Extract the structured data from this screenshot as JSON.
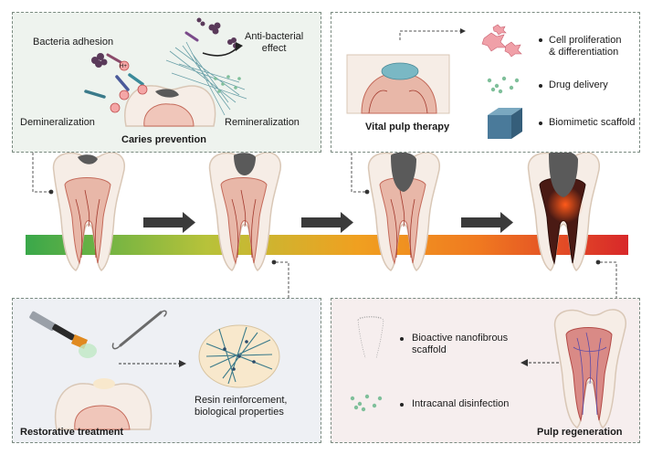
{
  "colors": {
    "caries_panel_bg": "#eef3ee",
    "pulp_panel_bg": "#f6eeee",
    "restorative_panel_bg": "#eef0f4",
    "vital_panel_bg": "#ffffff",
    "gradient": [
      "#3aa84a",
      "#b7c23a",
      "#f0a020",
      "#f07a20",
      "#d8282a"
    ],
    "arrow": "#3a3a3a"
  },
  "caries_prevention": {
    "title": "Caries prevention",
    "bacteria_adhesion": "Bacteria adhesion",
    "antibacterial": [
      "Anti-bacterial",
      "effect"
    ],
    "demineralization": "Demineralization",
    "remineralization": "Remineralization",
    "ion_label": "H+"
  },
  "vital_pulp_therapy": {
    "title": "Vital pulp therapy",
    "items": [
      {
        "label": [
          "Cell proliferation",
          "& differentiation"
        ]
      },
      {
        "label": [
          "Drug delivery"
        ]
      },
      {
        "label": [
          "Biomimetic scaffold"
        ]
      }
    ]
  },
  "restorative_treatment": {
    "title": "Restorative treatment",
    "result": [
      "Resin reinforcement,",
      "biological properties"
    ]
  },
  "pulp_regeneration": {
    "title": "Pulp regeneration",
    "items": [
      {
        "label": [
          "Bioactive nanofibrous",
          "scaffold"
        ]
      },
      {
        "label": [
          "Intracanal disinfection"
        ]
      }
    ]
  },
  "progression": {
    "stages": [
      "tooth-stage-1",
      "tooth-stage-2",
      "tooth-stage-3",
      "tooth-stage-4"
    ]
  }
}
